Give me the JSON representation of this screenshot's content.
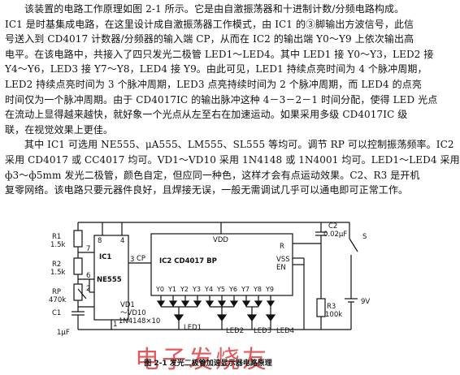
{
  "paragraphs": [
    [
      "该装置的电路工作原理如图 2-1 所示。它是由自激振荡器和十进制计数/分频电路构成。",
      "IC1 是时基集成电路，在这里设计成自激振荡器工作模式，由 IC1 的③脚输出方波信号，此信",
      "号送入到 CD4017 计数器/分频器的输入端 CP，从而在 IC2 的输出端 Y0～Y9 上依次输出高",
      "电平。在该电路中，共接入了四只发光二极管 LED1～LED4。其中 LED1 接 Y0～Y3，LED2 接",
      "Y4～Y6，LED3 接 Y7～Y8，LED4 接 Y9。由此可见，LED1 持续点亮时间为 4 个脉冲周期，",
      "LED2 持续点亮时间为 3 个脉冲周期，LED3 点亮持续时间为 2 个脉冲周期，而 LED4 的点亮",
      "时间仅为一个脉冲周期。由于 CD4017IC 的输出脉冲这种 4－3－2－1 时间分配，使得 LED 光点",
      "在流动上显得越来越快，就好象一个光点从左至右在加速运动。如果采用多级 CD4017IC 级",
      "联，在视觉效果上更佳。"
    ],
    [
      "其中 IC1 可选用 NE555、μA555、LM555、SL555 等均可。调节 RP 可以控制振荡频率。IC2",
      "采用 CD4017 或 CC4017 均可。VD1～VD10 采用 1N4148 或 1N4001 均可。LED1～LED4 采用",
      "ф3～ф5mm 发光二极管，颜色自定，但应同一种色，这样才会有点运动效果。C2、R3 是开机",
      "复零网络。该电路只要元器件良好，且焊接无误，一般无需调试几乎可以通电即可正常工作。"
    ]
  ],
  "schematic": {
    "r1_name": "R1",
    "r1_val": "1.5k",
    "r2_name": "R2",
    "r2_val": "1.5k",
    "rp_name": "RP",
    "rp_val": "470k",
    "c1_name": "C1",
    "c1_val": "1μF",
    "ic1_name": "IC1",
    "ic1_chip": "NE555",
    "pin8": "8",
    "pin4": "4",
    "pin7": "7",
    "pin6": "6",
    "pin2": "2",
    "pin3": "3",
    "pin1": "1",
    "cp_label": "CP",
    "ic2_label": "IC2  CD4017  BP",
    "vdd_label": "VDD",
    "r_label": "R",
    "vss_label": "VSS",
    "en_label": "EN",
    "outputs": [
      "Y0",
      "Y1",
      "Y2",
      "Y3",
      "Y4",
      "Y5",
      "Y6",
      "Y7",
      "Y8",
      "Y9"
    ],
    "vd_label": "VD1",
    "vd_range": "～VD10",
    "vd_part": "1N4148×10",
    "leds": [
      "LED1",
      "LED2",
      "LED3",
      "LED4"
    ],
    "c2_name": "C2",
    "c2_val": "0.02μF",
    "r3_name": "R3",
    "r3_val": "100k",
    "s_label": "S",
    "batt_label": "9V"
  },
  "caption": "图 2-1  发光二极管加速显示器电路原理",
  "watermark": "电子发烧友"
}
